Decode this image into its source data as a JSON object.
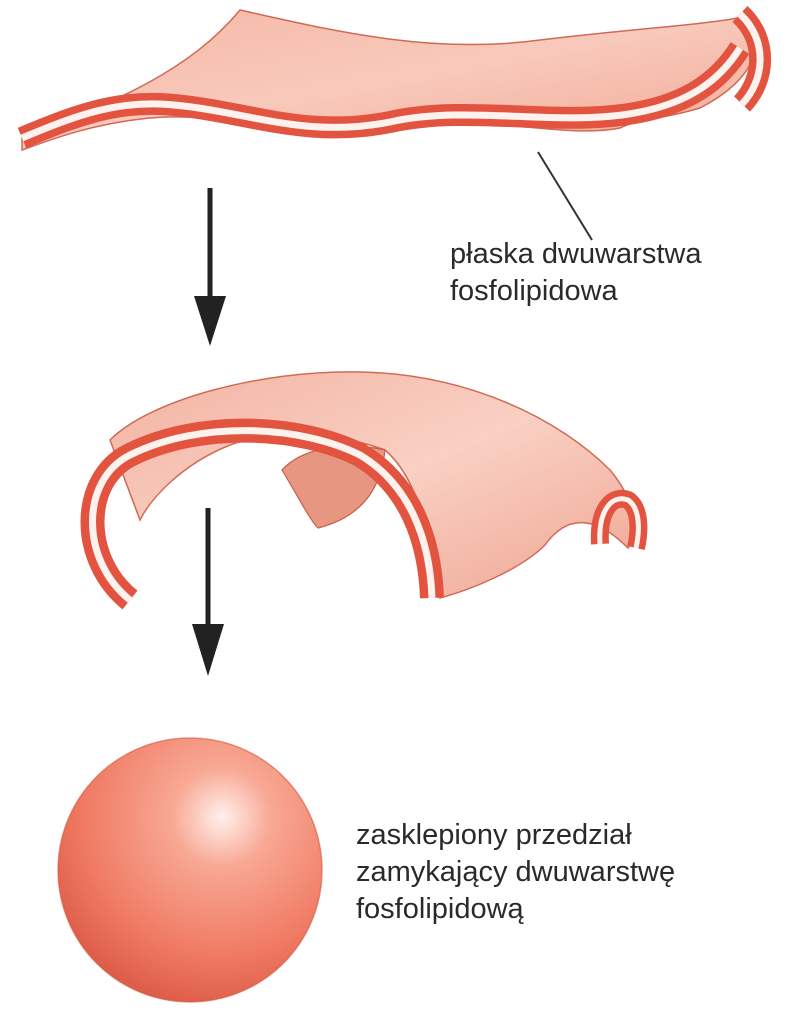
{
  "labels": {
    "flat_bilayer": {
      "line1": "płaska dwuwarstwa",
      "line2": "fosfolipidowa"
    },
    "sealed_compartment": {
      "line1": "zasklepiony przedział",
      "line2": "zamykający dwuwarstwę",
      "line3": "fosfolipidową"
    }
  },
  "colors": {
    "membrane_fill": "#f7c4b4",
    "membrane_band": "#e2543f",
    "membrane_core": "#fdf2ee",
    "sphere": "#f07a63",
    "arrow": "#222222",
    "text": "#2a2a2a"
  }
}
